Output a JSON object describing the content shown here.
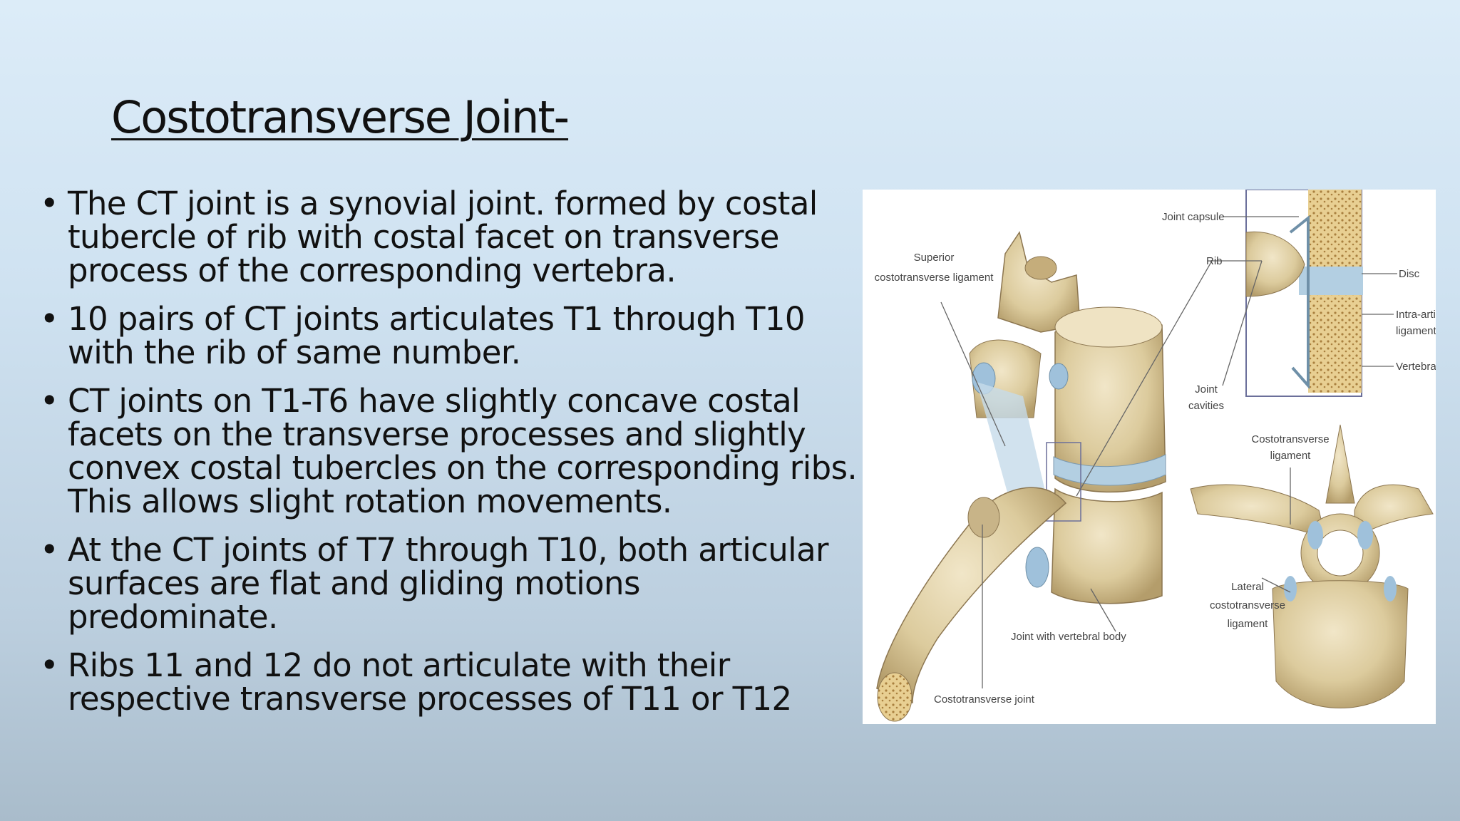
{
  "title": "Costotransverse Joint-",
  "bullets": [
    "The CT joint is a synovial joint. formed by costal tubercle of rib with costal facet on transverse process of the corresponding vertebra.",
    "10 pairs of CT joints articulates T1 through T10 with the rib of same number.",
    "CT joints on T1-T6 have slightly concave costal facets on the transverse processes and slightly convex costal tubercles on the corresponding ribs. This allows slight rotation movements.",
    "At the CT joints of T7 through T10, both articular surfaces are flat and gliding motions predominate.",
    "Ribs 11 and 12 do not articulate with their respective transverse processes of T11 or T12"
  ],
  "bullet_symbol": "•",
  "figure": {
    "labels": {
      "superior_ligament_1": "Superior",
      "superior_ligament_2": "costotransverse ligament",
      "joint_capsule": "Joint capsule",
      "rib": "Rib",
      "disc": "Disc",
      "intra_articular_1": "Intra-articu",
      "intra_articular_2": "ligament",
      "vertebra": "Vertebra",
      "joint_cavities_1": "Joint",
      "joint_cavities_2": "cavities",
      "costotransverse_ligament_1": "Costotransverse",
      "costotransverse_ligament_2": "ligament",
      "lateral_1": "Lateral",
      "lateral_2": "costotransverse",
      "lateral_3": "ligament",
      "joint_vertebral_body": "Joint with vertebral body",
      "costotransverse_joint": "Costotransverse joint"
    }
  }
}
